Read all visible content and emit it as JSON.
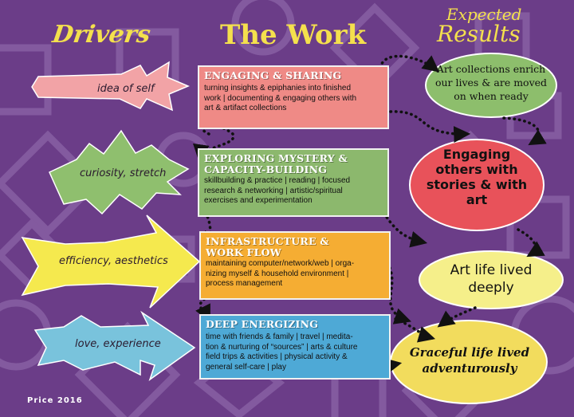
{
  "headers": {
    "drivers": "Drivers",
    "work": "The Work",
    "results_line1": "Expected",
    "results_line2": "Results"
  },
  "drivers": [
    {
      "label": "idea of self",
      "color": "#f2a3a6"
    },
    {
      "label": "curiosity, stretch",
      "color": "#8fbf6e"
    },
    {
      "label": "efficiency, aesthetics",
      "color": "#f5e94e"
    },
    {
      "label": "love, experience",
      "color": "#79c3dc"
    }
  ],
  "work": [
    {
      "title_1": "ENGAGING & SHARING",
      "title_2": "",
      "body_1": "turning insights & epiphanies into finished",
      "body_2": "work | documenting & engaging others with",
      "body_3": "art & artifact collections",
      "body_4": "",
      "color": "#ef8a86"
    },
    {
      "title_1": "EXPLORING MYSTERY &",
      "title_2": "CAPACITY-BUILDING",
      "body_1": "skillbuilding & practice | reading | focused",
      "body_2": "research & networking | artistic/spiritual",
      "body_3": "exercises and experimentation",
      "body_4": "",
      "color": "#8cb86d"
    },
    {
      "title_1": "INFRASTRUCTURE &",
      "title_2": "WORK FLOW",
      "body_1": "maintaining computer/network/web | orga-",
      "body_2": "nizing myself & household environment |",
      "body_3": "process management",
      "body_4": "",
      "color": "#f5ad33"
    },
    {
      "title_1": "DEEP ENERGIZING",
      "title_2": "",
      "body_1": "time with friends & family | travel | medita-",
      "body_2": "tion & nurturing of “sources” | arts & culture",
      "body_3": "field trips & activities | physical activity &",
      "body_4": "general self-care | play",
      "color": "#4ea9d6"
    }
  ],
  "results": [
    {
      "line_1": "Art collections enrich",
      "line_2": "our lives & are moved",
      "line_3": "on when ready",
      "color": "#8dbe6c"
    },
    {
      "line_1": "Engaging",
      "line_2": "others with",
      "line_3": "stories & with",
      "line_4": "art",
      "color": "#e8525a"
    },
    {
      "line_1": "Art life lived",
      "line_2": "deeply",
      "color": "#f5ef8a"
    },
    {
      "line_1": "Graceful life lived",
      "line_2": "adventurously",
      "color": "#f2dc5d"
    }
  ],
  "credit": "Price 2016"
}
